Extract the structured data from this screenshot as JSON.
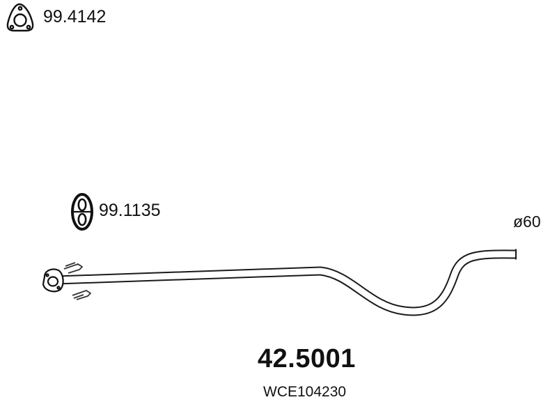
{
  "gasket": {
    "icon": "triangular-flange-gasket-icon",
    "code": "99.4142"
  },
  "hanger": {
    "icon": "rubber-hanger-icon",
    "code": "99.1135"
  },
  "pipe": {
    "diameter_label": "ø60",
    "color": "#1a1a1a"
  },
  "part": {
    "number": "42.5001",
    "oem_reference": "WCE104230"
  }
}
